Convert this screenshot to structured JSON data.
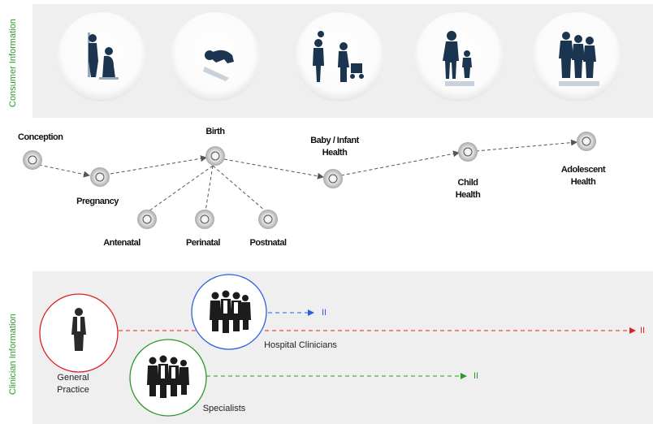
{
  "sections": {
    "consumer_label": "Consumer Information",
    "clinician_label": "Clinician Information"
  },
  "consumer_images": [
    {
      "icon": "pregnant-woman-figures-icon"
    },
    {
      "icon": "crawling-baby-icon"
    },
    {
      "icon": "parents-with-baby-and-pram-icon"
    },
    {
      "icon": "adult-and-child-walking-icon"
    },
    {
      "icon": "family-group-icon"
    }
  ],
  "timeline": {
    "conception": "Conception",
    "pregnancy": "Pregnancy",
    "birth": "Birth",
    "antenatal": "Antenatal",
    "perinatal": "Perinatal",
    "postnatal": "Postnatal",
    "baby_infant_health": "Baby / Infant\nHealth",
    "child_health": "Child\nHealth",
    "adolescent_health": "Adolescent\nHealth"
  },
  "clinicians": {
    "general_practice": "General\nPractice",
    "hospital_clinicians": "Hospital Clinicians",
    "specialists": "Specialists",
    "end_marker": "II"
  },
  "colors": {
    "panel_bg": "#efefef",
    "section_label": "#2e9a2e",
    "general_practice": "#e02020",
    "hospital_clinicians": "#2a5fe0",
    "specialists": "#2a9a2a",
    "silhouette": "#1b3550"
  }
}
